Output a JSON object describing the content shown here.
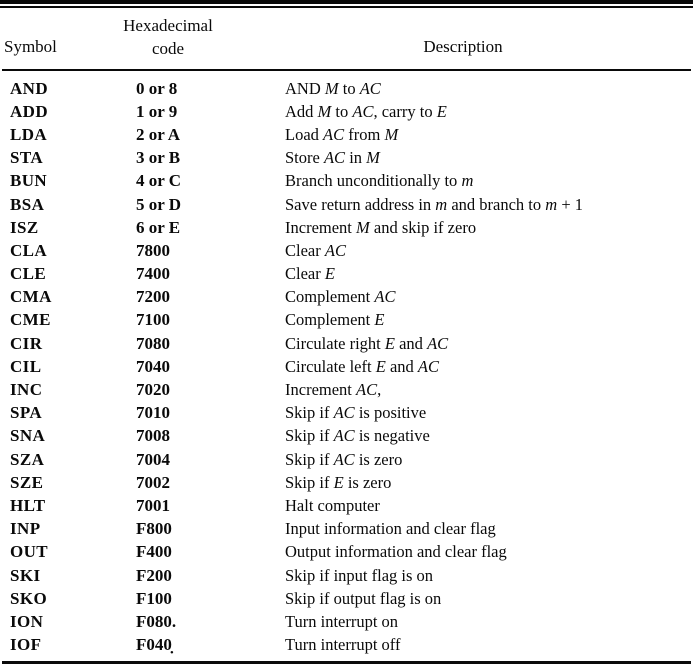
{
  "colors": {
    "ink": "#0a0a0a",
    "background": "#ffffff"
  },
  "table": {
    "columns": {
      "symbol": "Symbol",
      "code_line1": "Hexadecimal",
      "code_line2": "code",
      "description": "Description"
    },
    "rows": [
      {
        "symbol": "AND",
        "code": "0 or 8",
        "description": "AND *M* to *AC*"
      },
      {
        "symbol": "ADD",
        "code": "1 or 9",
        "description": "Add *M* to *AC*, carry to *E*"
      },
      {
        "symbol": "LDA",
        "code": "2 or A",
        "description": "Load *AC* from *M*"
      },
      {
        "symbol": "STA",
        "code": "3 or B",
        "description": "Store *AC* in *M*"
      },
      {
        "symbol": "BUN",
        "code": "4 or C",
        "description": "Branch unconditionally to *m*"
      },
      {
        "symbol": "BSA",
        "code": "5 or D",
        "description": "Save return address in *m* and branch to *m* + 1"
      },
      {
        "symbol": "ISZ",
        "code": "6 or E",
        "description": "Increment *M* and skip if zero"
      },
      {
        "symbol": "CLA",
        "code": "7800",
        "description": "Clear *AC*"
      },
      {
        "symbol": "CLE",
        "code": "7400",
        "description": "Clear *E*"
      },
      {
        "symbol": "CMA",
        "code": "7200",
        "description": "Complement *AC*"
      },
      {
        "symbol": "CME",
        "code": "7100",
        "description": "Complement *E*"
      },
      {
        "symbol": "CIR",
        "code": "7080",
        "description": "Circulate right *E* and *AC*"
      },
      {
        "symbol": "CIL",
        "code": "7040",
        "description": "Circulate left *E* and *AC*"
      },
      {
        "symbol": "INC",
        "code": "7020",
        "description": "Increment *AC*,"
      },
      {
        "symbol": "SPA",
        "code": "7010",
        "description": "Skip if *AC* is positive"
      },
      {
        "symbol": "SNA",
        "code": "7008",
        "description": "Skip if *AC* is negative"
      },
      {
        "symbol": "SZA",
        "code": "7004",
        "description": "Skip if *AC* is zero"
      },
      {
        "symbol": "SZE",
        "code": "7002",
        "description": "Skip if *E* is zero"
      },
      {
        "symbol": "HLT",
        "code": "7001",
        "description": "Halt computer"
      },
      {
        "symbol": "INP",
        "code": "F800",
        "description": "Input information and clear flag"
      },
      {
        "symbol": "OUT",
        "code": "F400",
        "description": "Output information and clear flag"
      },
      {
        "symbol": "SKI",
        "code": "F200",
        "description": "Skip if input flag is on"
      },
      {
        "symbol": "SKO",
        "code": "F100",
        "description": "Skip if output flag is on"
      },
      {
        "symbol": "ION",
        "code": "F080.",
        "description": "Turn interrupt on"
      },
      {
        "symbol": "IOF",
        "code": "F040̣",
        "description": "Turn interrupt off"
      }
    ]
  }
}
